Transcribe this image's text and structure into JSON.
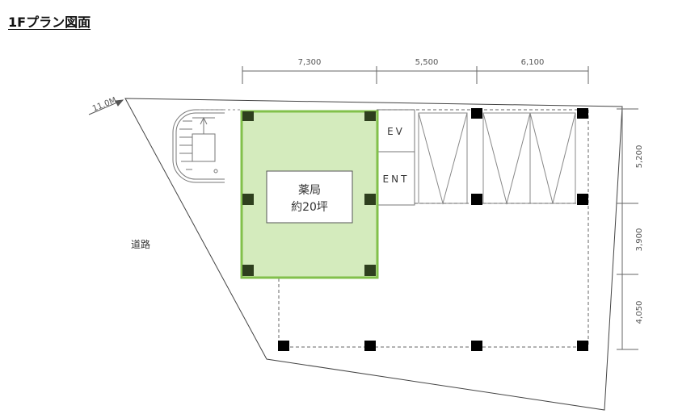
{
  "title": "1Fプラン図面",
  "road": {
    "width_label": "11.0M",
    "label": "道路"
  },
  "dimensions": {
    "top": [
      "7,300",
      "5,500",
      "6,100"
    ],
    "right": [
      "5,200",
      "3,900",
      "4,050"
    ]
  },
  "rooms": {
    "pharmacy": {
      "line1": "薬局",
      "line2": "約20坪"
    },
    "ev": "EV",
    "ent": "ENT"
  },
  "colors": {
    "pharmacy_fill": "#d4ebbd",
    "pharmacy_border": "#82c04b",
    "column": "#000000",
    "column_inside": "#2e3f1e"
  }
}
